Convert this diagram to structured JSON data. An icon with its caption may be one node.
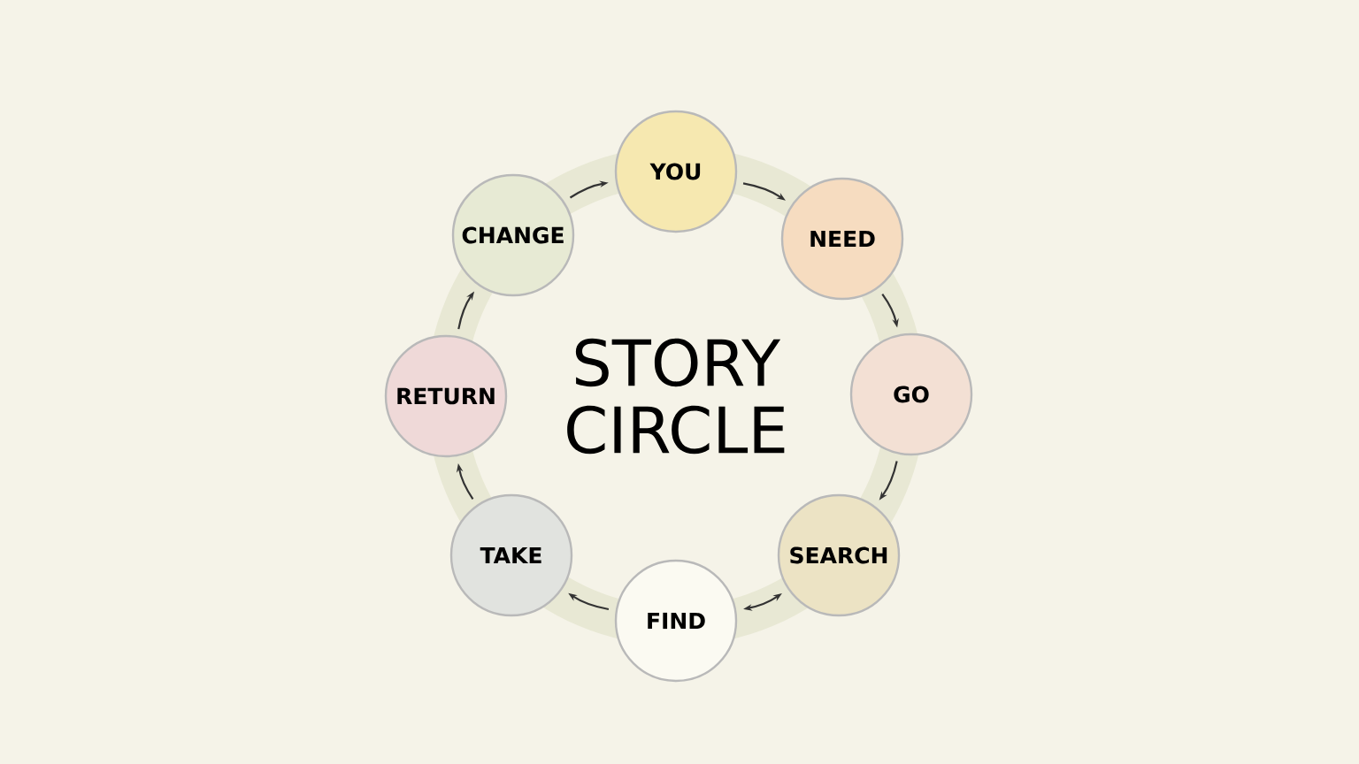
{
  "diagram": {
    "title": "STORY CIRCLE",
    "nodes": [
      {
        "text": [
          "YOU"
        ]
      },
      {
        "text": [
          "NEED"
        ]
      },
      {
        "text": [
          "GO"
        ]
      },
      {
        "text": [
          "SEARCH"
        ]
      },
      {
        "text": [
          "FIND"
        ]
      },
      {
        "text": [
          "TAKE"
        ]
      },
      {
        "text": [
          "RETURN"
        ]
      },
      {
        "text": [
          "CHANGE"
        ]
      }
    ],
    "edges": [
      {
        "from": 0,
        "to": 1,
        "arrow": "to"
      },
      {
        "from": 1,
        "to": 2,
        "arrow": "to"
      },
      {
        "from": 2,
        "to": 3,
        "arrow": "to"
      },
      {
        "from": 3,
        "to": 4,
        "arrow": "both"
      },
      {
        "from": 4,
        "to": 5,
        "arrow": "to"
      },
      {
        "from": 5,
        "to": 6,
        "arrow": "to"
      },
      {
        "from": 6,
        "to": 7,
        "arrow": "to"
      },
      {
        "from": 7,
        "to": 0,
        "arrow": "to"
      }
    ]
  }
}
